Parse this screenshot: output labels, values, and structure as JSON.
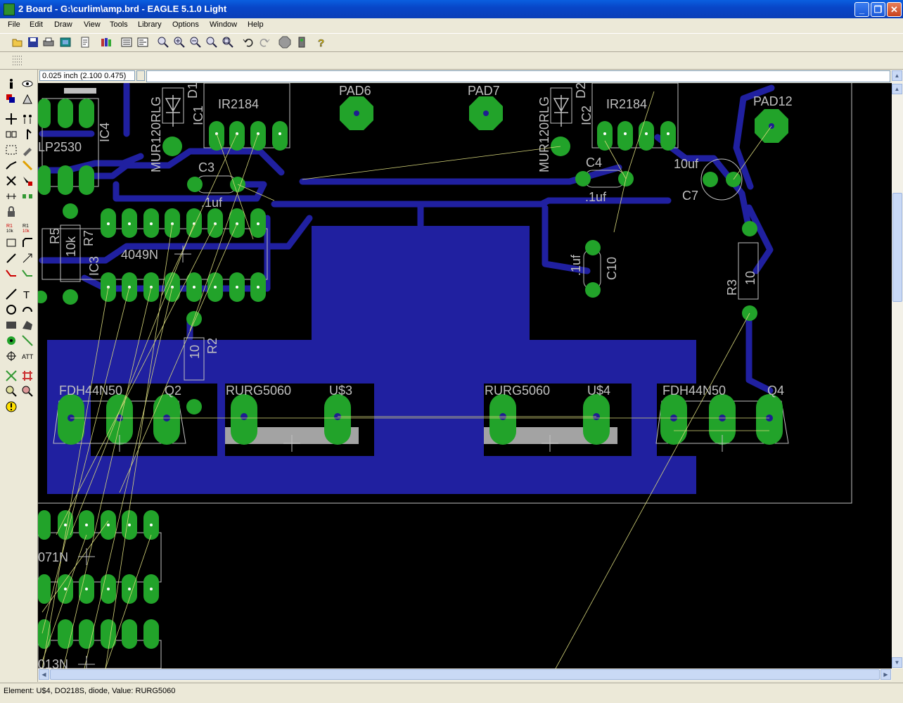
{
  "window": {
    "title": "2 Board - G:\\curlim\\amp.brd - EAGLE 5.1.0 Light",
    "minimize_glyph": "_",
    "maximize_glyph": "❐",
    "close_glyph": "✕"
  },
  "menu": [
    "File",
    "Edit",
    "Draw",
    "View",
    "Tools",
    "Library",
    "Options",
    "Window",
    "Help"
  ],
  "toolbar_icons": [
    "open-icon",
    "save-icon",
    "print-icon",
    "cam-icon",
    "script-icon",
    "library-icon",
    "board-icon",
    "schematic-icon",
    "zoom-fit-icon",
    "zoom-in-icon",
    "zoom-out-icon",
    "zoom-redraw-icon",
    "zoom-select-icon",
    "undo-icon",
    "redo-icon",
    "stop-icon",
    "go-icon",
    "help-icon"
  ],
  "coordinate_readout": "0.025 inch (2.100 0.475)",
  "command_line_value": "",
  "status_text": "Element: U$4, DO218S, diode, Value: RURG5060",
  "colors": {
    "background": "#000000",
    "pad": "#22a32a",
    "bottom_trace": "#2020a0",
    "silkscreen": "#c0c0c0",
    "airwire": "#d8d87c"
  },
  "board_labels": {
    "pad6": "PAD6",
    "pad7": "PAD7",
    "pad12": "PAD12",
    "ir2184_a": "IR2184",
    "ir2184_b": "IR2184",
    "ic1": "IC1",
    "ic2": "IC2",
    "ic3": "IC3",
    "ic4": "IC4",
    "d1": "D1",
    "d2": "D2",
    "mur_a": "MUR120RLG",
    "mur_b": "MUR120RLG",
    "lp2530": "LP2530",
    "c3": "C3",
    "c4": "C4",
    "c7": "C7",
    "c10": "C10",
    "uf_c3": ".1uf",
    "uf_c4": ".1uf",
    "uf_c10": ".1uf",
    "uf_c7": "10uf",
    "r2": "R2",
    "r3": "R3",
    "r5": "R5",
    "r7": "R7",
    "r_10k": "10k",
    "r_10_a": "10",
    "r_10_b": "10",
    "cd4049": "4049N",
    "fdh_a": "FDH44N50",
    "fdh_b": "FDH44N50",
    "q2": "Q2",
    "q4": "Q4",
    "rurg_a": "RURG5060",
    "rurg_b": "RURG5060",
    "u3": "U$3",
    "u4": "U$4",
    "ic_071": "071N",
    "ic_013": "013N"
  }
}
